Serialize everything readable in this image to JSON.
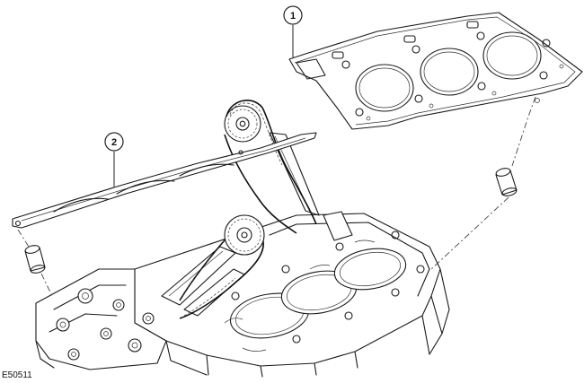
{
  "callouts": [
    {
      "label": "1"
    },
    {
      "label": "2"
    }
  ],
  "figure_id": "E50511",
  "colors": {
    "line": "#1a1a1a",
    "background": "#ffffff"
  }
}
